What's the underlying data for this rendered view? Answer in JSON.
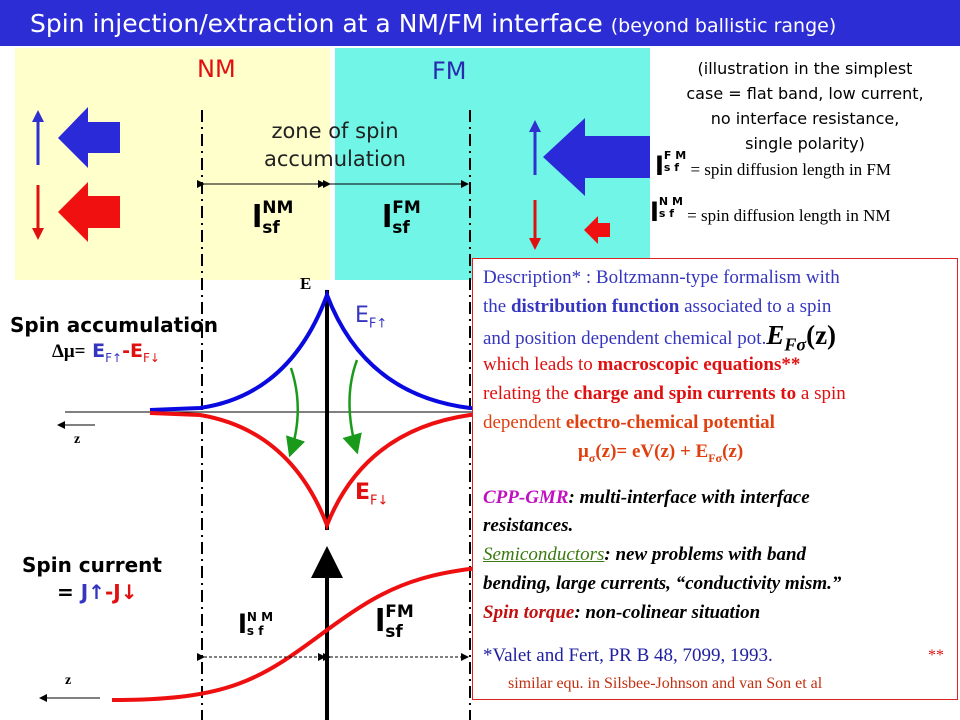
{
  "title": {
    "main": "Spin injection/extraction at a NM/FM interface",
    "sub": "(beyond ballistic range)"
  },
  "regions": {
    "nm": "NM",
    "fm": "FM"
  },
  "note": [
    "(illustration in the simplest",
    "case = flat band, low current,",
    "no interface resistance,",
    "single polarity)"
  ],
  "definitions": {
    "fm": "= spin diffusion length in FM",
    "nm": "= spin diffusion length in NM",
    "l": "l",
    "sf": "s f",
    "fm_sup": "F M",
    "nm_sup": "N M"
  },
  "zone": [
    "zone of spin",
    "accumulation"
  ],
  "lsf": {
    "l": "l",
    "sf": "sf",
    "nm": "NM",
    "fm": "FM",
    "nm_spaced": "N M"
  },
  "accum": {
    "title": "Spin accumulation",
    "dmu": "Δμ=",
    "ef_up": "E",
    "f_up": "F↑",
    "dash": "-",
    "f_down": "F↓",
    "axis_e": "E",
    "axis_z": "z"
  },
  "current": {
    "title": "Spin current",
    "eq": "=",
    "j_up": "J↑",
    "dash": "-",
    "j_down": "J↓",
    "axis_z": "z"
  },
  "desc": {
    "l1": "Description* : Boltzmann-type formalism  with",
    "l2a": "the ",
    "l2b": "distribution function",
    "l2c": " associated to a spin",
    "l3a": "and position dependent chemical pot.",
    "l3b": "E",
    "l3c": "Fσ",
    "l3d": "(z)",
    "l4a": "which leads to ",
    "l4b": "macroscopic equations**",
    "l5a": "relating the ",
    "l5b": "charge and spin currents to",
    "l5c": " a spin",
    "l6a": "dependent ",
    "l6b": "electro-chemical potential",
    "l7a": "μ",
    "l7b": "σ",
    "l7c": "(z)= eV(z) + E",
    "l7d": "Fσ",
    "l7e": "(z)",
    "cpp_a": "CPP-GMR",
    "cpp_b": ": multi-interface with interface",
    "cpp_c": "resistances.",
    "semi_a": "Semiconductors",
    "semi_b": ": new problems with band",
    "semi_c": "bending, large currents, “conductivity mism.”",
    "torque_a": "Spin torque",
    "torque_b": ": non-colinear situation",
    "ref": "*Valet and Fert, PR B 48, 7099, 1993.",
    "stars": "**",
    "ref2": "similar equ. in Silsbee-Johnson and van Son et al"
  }
}
